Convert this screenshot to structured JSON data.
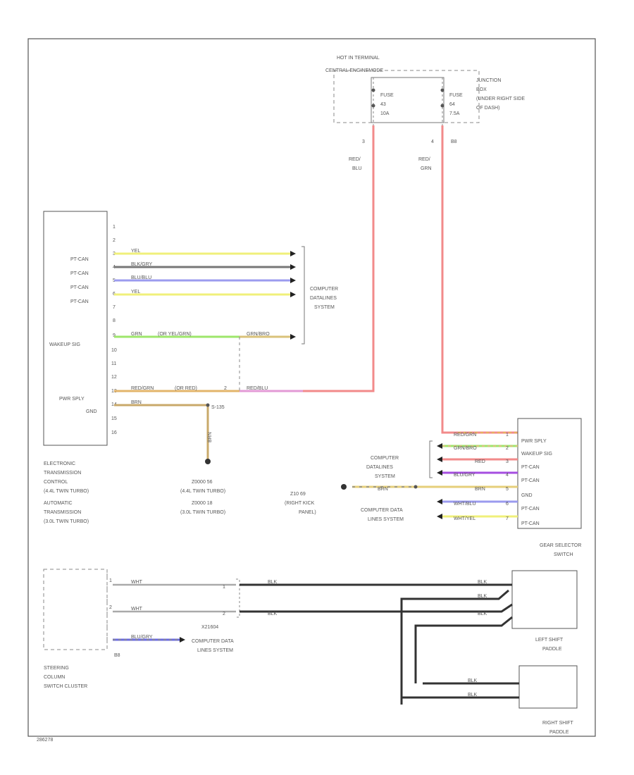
{
  "title_area": {
    "hot_label_1": "HOT IN TERMINAL",
    "hot_label_2": "CENTRAL ENGINEMODE"
  },
  "fuse_left": {
    "l1": "FUSE",
    "l2": "43",
    "l3": "10A",
    "pin": "3"
  },
  "fuse_right": {
    "l1": "FUSE",
    "l2": "64",
    "l3": "7.5A",
    "pin": "4",
    "conn": "B8"
  },
  "junction_box": {
    "l1": "JUNCTION",
    "l2": "BOX",
    "l3": "(UNDER RIGHT SIDE",
    "l4": "OF DASH)"
  },
  "wire_red_blu": {
    "l1": "RED/",
    "l2": "BLU"
  },
  "wire_red_grn": {
    "l1": "RED/",
    "l2": "GRN"
  },
  "tcm_pins": {
    "p1": "1",
    "p2": "2",
    "p3": "3",
    "p4": "4",
    "p5": "5",
    "p6": "6",
    "p7": "7",
    "p8": "8",
    "p9": "9",
    "p10": "10",
    "p11": "11",
    "p12": "12",
    "p13": "13",
    "p14": "14",
    "p15": "15",
    "p16": "16"
  },
  "tcm_labels": {
    "ptcan1": "PT-CAN",
    "ptcan2": "PT-CAN",
    "ptcan3": "PT-CAN",
    "ptcan4": "PT-CAN",
    "wakeup": "WAKEUP SIG",
    "pwr": "PWR SPLY",
    "gnd": "GND"
  },
  "tcm_wires": {
    "w3": "YEL",
    "w4": "BLK/GRY",
    "w5": "BLU/BLU",
    "w6": "YEL",
    "w9a": "GRN",
    "w9b": "(OR YEL/GRN)",
    "w9c": "GRN/BRO",
    "w12a": "RED/GRN",
    "w12b": "(OR RED)",
    "w12c": "2",
    "w12d": "RED/BLU",
    "w13": "BRN",
    "splice": "S-135",
    "down": "BRN"
  },
  "cdls_1": {
    "l1": "COMPUTER",
    "l2": "DATALINES",
    "l3": "SYSTEM"
  },
  "tcm_name": {
    "l1": "ELECTRONIC",
    "l2": "TRANSMISSION",
    "l3": "CONTROL",
    "l4": "(4.4L TWIN TURBO)",
    "l5": "AUTOMATIC",
    "l6": "TRANSMISSION",
    "l7": "(3.0L TWIN TURBO)"
  },
  "ground_1": {
    "l1": "Z0000 56",
    "l2": "(4.4L TWIN TURBO)",
    "l3": "Z0000 18",
    "l4": "(3.0L TWIN TURBO)"
  },
  "cdls_2": {
    "l1": "COMPUTER",
    "l2": "DATALINES",
    "l3": "SYSTEM"
  },
  "ground_2": {
    "l1": "Z10 69",
    "l2": "(RIGHT KICK",
    "l3": "PANEL)",
    "wire": "BRN"
  },
  "cdls_3": {
    "l1": "COMPUTER DATA",
    "l2": "LINES SYSTEM"
  },
  "gear_wires": {
    "w1": "RED/GRN",
    "w2": "GRN/BRO",
    "w3": "RED",
    "w4": "BLU/GRY",
    "w5": "BRN",
    "w6": "WHT/BLU",
    "w7": "WHT/YEL",
    "n1": "1",
    "n2": "2",
    "n3": "3",
    "n4": "4",
    "n5": "5",
    "n6": "6",
    "n7": "7"
  },
  "gear_labels": {
    "pwr": "PWR SPLY",
    "wakeup": "WAKEUP SIG",
    "c1": "PT-CAN",
    "c2": "PT-CAN",
    "gnd": "GND",
    "c3": "PT-CAN",
    "c4": "PT-CAN"
  },
  "gear_name": {
    "l1": "GEAR SELECTOR",
    "l2": "SWITCH"
  },
  "steering": {
    "w1": "WHT",
    "w2": "WHT",
    "w3": "BLU/GRY",
    "p1": "1",
    "p2": "2",
    "conn": "X21604",
    "n1": "1",
    "n2": "2",
    "b": "B8",
    "l1": "STEERING",
    "l2": "COLUMN",
    "l3": "SWITCH CLUSTER"
  },
  "cdls_4": {
    "l1": "COMPUTER DATA",
    "l2": "LINES SYSTEM"
  },
  "paddle_wires": {
    "a": "BLK",
    "b": "BLK",
    "c": "BLK",
    "d": "BLK",
    "e": "BLK",
    "f": "BLK",
    "g": "BLK"
  },
  "left_paddle": {
    "l1": "LEFT SHIFT",
    "l2": "PADDLE"
  },
  "right_paddle": {
    "l1": "RIGHT SHIFT",
    "l2": "PADDLE"
  },
  "figure_code": "286278"
}
